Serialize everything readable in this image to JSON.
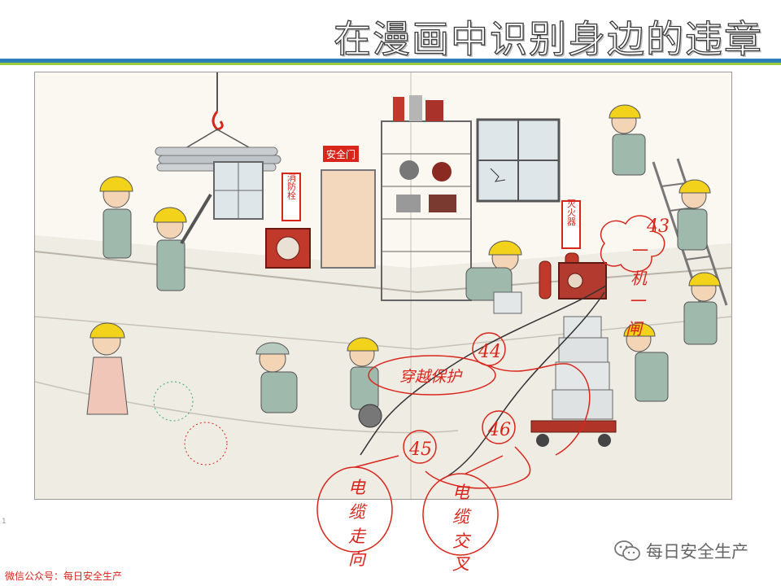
{
  "title": "在漫画中识别身边的违章",
  "signs": {
    "safety_door": "安全门",
    "hydrant": "消防栓",
    "extinguisher": "灭火器"
  },
  "annotations": {
    "num_43": "43",
    "num_44": "44",
    "num_45": "45",
    "num_46": "46",
    "one_machine_one_switch": "一机一闸",
    "crossing_protection": "穿越保护",
    "cable_direction": "电缆走向",
    "cable_crossing": "电缆交叉"
  },
  "footer": {
    "wechat_account": "微信公众号：每日安全生产",
    "watermark": "每日安全生产",
    "page_marker": "1"
  },
  "colors": {
    "title_rule_blue": "#2d7fb8",
    "title_rule_green": "#9ccc3c",
    "annotation_red": "#d9261c",
    "helmet_yellow": "#f2d21b",
    "uniform_green": "#9fb9ad"
  }
}
